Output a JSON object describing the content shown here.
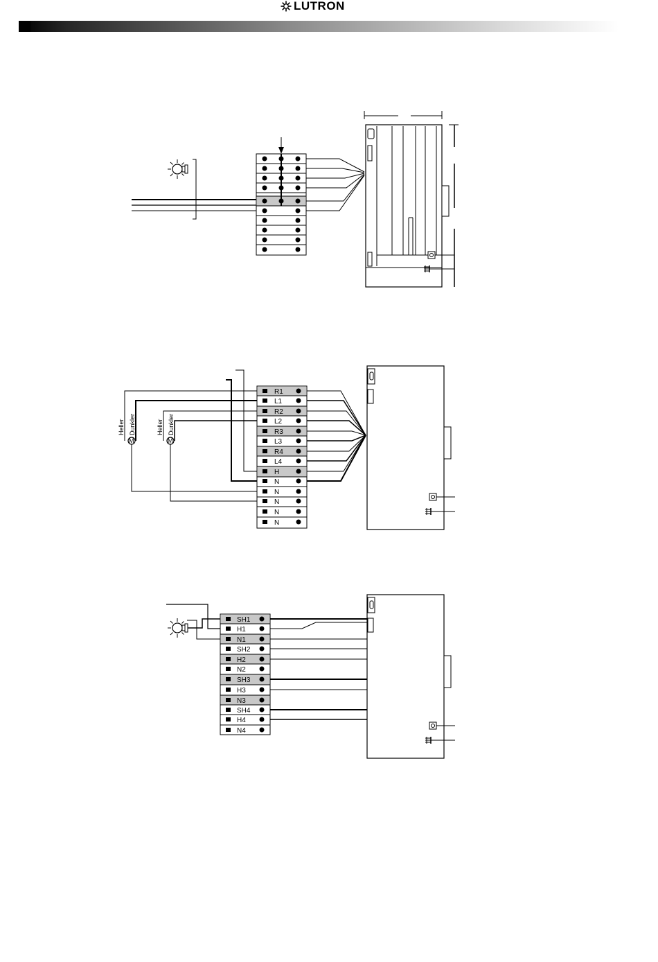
{
  "header": {
    "brand": "LUTRON",
    "logo_icon": "lutron-starburst-icon"
  },
  "diagram2": {
    "terminals": [
      "R1",
      "L1",
      "R2",
      "L2",
      "R3",
      "L3",
      "R4",
      "L4",
      "H",
      "N",
      "N",
      "N",
      "N",
      "N"
    ],
    "labels": {
      "bright_1": "Heller",
      "dim_1": "Dunkler",
      "bright_2": "Heller",
      "dim_2": "Dunkler"
    }
  },
  "diagram3": {
    "terminals": [
      "SH1",
      "H1",
      "N1",
      "SH2",
      "H2",
      "N2",
      "SH3",
      "H3",
      "N3",
      "SH4",
      "H4",
      "N4"
    ]
  },
  "colors": {
    "shade": "#c8c8c8",
    "line": "#000000"
  }
}
